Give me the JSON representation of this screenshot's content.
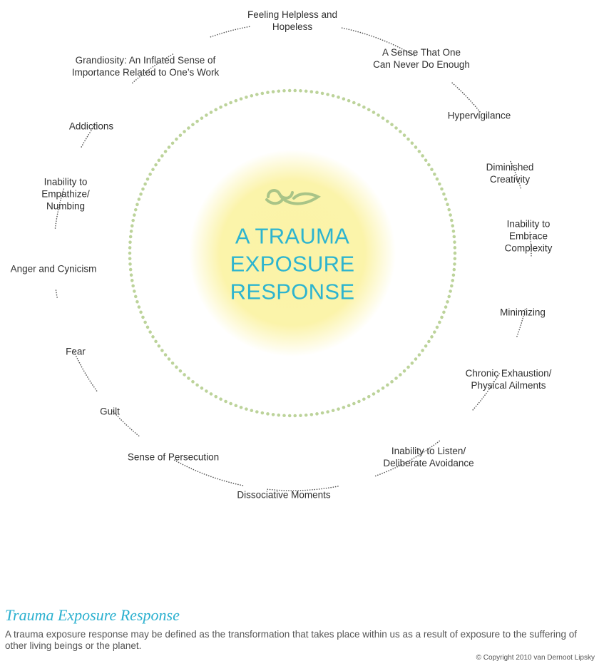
{
  "center": {
    "title": "A TRAUMA\nEXPOSURE\nRESPONSE",
    "glow_color": "#fbf3a6",
    "text_color": "#2db4cf",
    "ornament_icon": "leaf-swirl-icon",
    "ornament_color": "#a9c487"
  },
  "inner_ring_color": "#bcd39a",
  "outer_ring_color": "#555555",
  "nodes": [
    {
      "label": "Feeling Helpless and\nHopeless"
    },
    {
      "label": "A Sense That One\nCan Never Do Enough"
    },
    {
      "label": "Hypervigilance"
    },
    {
      "label": "Diminished Creativity"
    },
    {
      "label": "Inability to Embrace\nComplexity"
    },
    {
      "label": "Minimizing"
    },
    {
      "label": "Chronic Exhaustion/\nPhysical Ailments"
    },
    {
      "label": "Inability to Listen/\nDeliberate Avoidance"
    },
    {
      "label": "Dissociative Moments"
    },
    {
      "label": "Sense of Persecution"
    },
    {
      "label": "Guilt"
    },
    {
      "label": "Fear"
    },
    {
      "label": "Anger and Cynicism"
    },
    {
      "label": "Inability to\nEmpathize/\nNumbing"
    },
    {
      "label": "Addictions"
    },
    {
      "label": "Grandiosity: An Inflated Sense of\nImportance Related to One’s Work"
    }
  ],
  "footer": {
    "title": "Trauma Exposure Response",
    "description": "A trauma exposure response may be defined as the transformation that takes place within us as a result of exposure to the suffering of other living beings or the planet.",
    "copyright": "© Copyright 2010 van Dernoot Lipsky",
    "title_color": "#2ab0cf"
  }
}
